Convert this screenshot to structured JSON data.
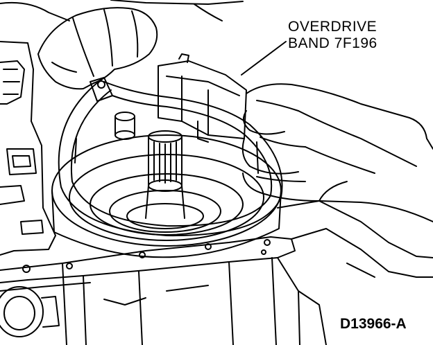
{
  "callout": {
    "line1": "OVERDRIVE",
    "line2": "BAND 7F196"
  },
  "figure_id": "D13966-A",
  "colors": {
    "ink": "#000000",
    "paper": "#ffffff"
  }
}
